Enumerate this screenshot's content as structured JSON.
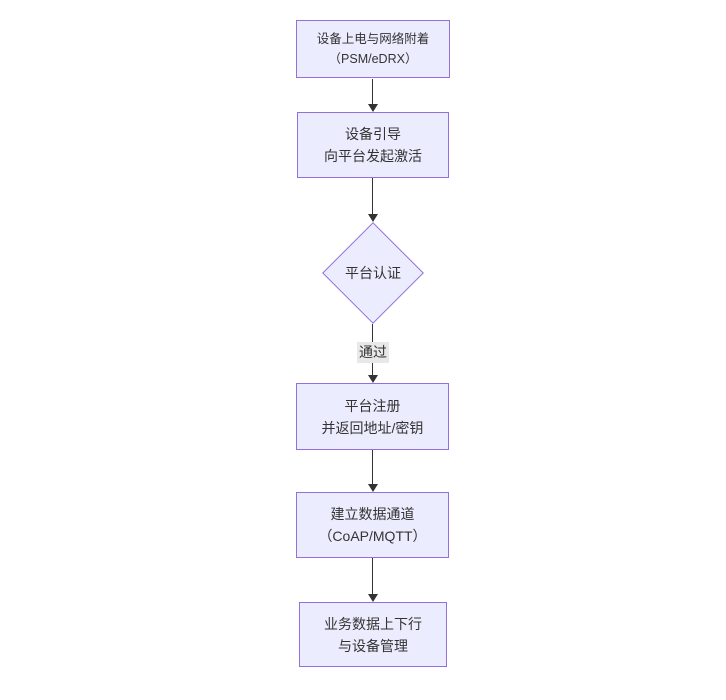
{
  "diagram": {
    "type": "flowchart",
    "direction": "top-down",
    "colors": {
      "background": "#ffffff",
      "node_fill": "#ECECFF",
      "node_border": "#9370DB",
      "text": "#333333",
      "edge_line": "#333333",
      "edge_label_bg": "#e8e8e8"
    },
    "nodes": [
      {
        "shape": "rect",
        "line1": "设备上电与网络附着",
        "line2": "（PSM/eDRX）"
      },
      {
        "shape": "rect",
        "line1": "设备引导",
        "line2": "向平台发起激活"
      },
      {
        "shape": "diamond",
        "line1": "平台认证",
        "line2": ""
      },
      {
        "shape": "rect",
        "line1": "平台注册",
        "line2": "并返回地址/密钥"
      },
      {
        "shape": "rect",
        "line1": "建立数据通道",
        "line2": "（CoAP/MQTT）"
      },
      {
        "shape": "rect",
        "line1": "业务数据上下行",
        "line2": "与设备管理"
      }
    ],
    "edges": [
      {
        "from": 0,
        "to": 1,
        "label": ""
      },
      {
        "from": 1,
        "to": 2,
        "label": ""
      },
      {
        "from": 2,
        "to": 3,
        "label": "通过"
      },
      {
        "from": 3,
        "to": 4,
        "label": ""
      },
      {
        "from": 4,
        "to": 5,
        "label": ""
      }
    ]
  }
}
